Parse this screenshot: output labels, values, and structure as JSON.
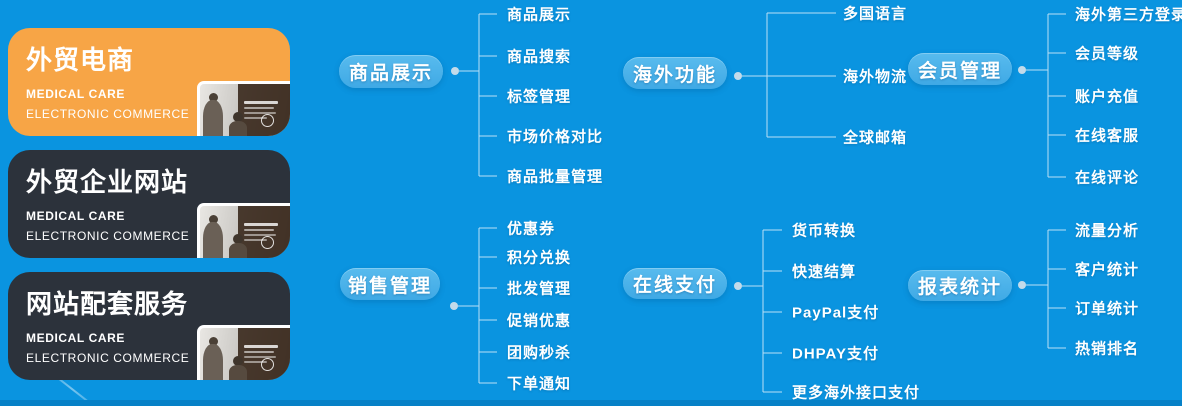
{
  "page": {
    "background_color": "#0a94e0",
    "bottom_bar_color": "#0681c7"
  },
  "colors": {
    "card_accent_orange": "#f7a546",
    "card_dark": "#2c323b",
    "pill_blue": "#48b1e8",
    "connector_line": "#d9ecf9",
    "branch_dot": "#c3dbea",
    "text": "#ffffff"
  },
  "cards": [
    {
      "title": "外贸电商",
      "subtitle_line1": "MEDICAL CARE",
      "subtitle_line2": "ELECTRONIC COMMERCE"
    },
    {
      "title": "外贸企业网站",
      "subtitle_line1": "MEDICAL CARE",
      "subtitle_line2": "ELECTRONIC COMMERCE"
    },
    {
      "title": "网站配套服务",
      "subtitle_line1": "MEDICAL CARE",
      "subtitle_line2": "ELECTRONIC COMMERCE"
    }
  ],
  "tree": {
    "groups": [
      {
        "label": "商品展示",
        "children": [
          "商品展示",
          "商品搜索",
          "标签管理",
          "市场价格对比",
          "商品批量管理"
        ]
      },
      {
        "label": "海外功能",
        "children": [
          "多国语言",
          "海外物流",
          "全球邮箱"
        ]
      },
      {
        "label": "会员管理",
        "children": [
          "海外第三方登录",
          "会员等级",
          "账户充值",
          "在线客服",
          "在线评论"
        ]
      },
      {
        "label": "销售管理",
        "children": [
          "优惠券",
          "积分兑换",
          "批发管理",
          "促销优惠",
          "团购秒杀",
          "下单通知"
        ]
      },
      {
        "label": "在线支付",
        "children": [
          "货币转换",
          "快速结算",
          "PayPal支付",
          "DHPAY支付",
          "更多海外接口支付"
        ]
      },
      {
        "label": "报表统计",
        "children": [
          "流量分析",
          "客户统计",
          "订单统计",
          "热销排名"
        ]
      }
    ]
  }
}
